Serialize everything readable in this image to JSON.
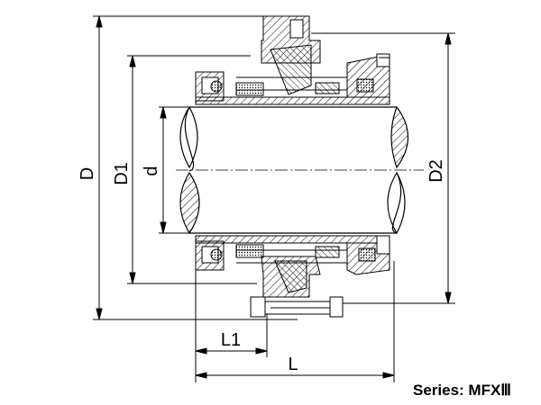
{
  "labels": {
    "D": "D",
    "D1": "D1",
    "d": "d",
    "D2": "D2",
    "L1": "L1",
    "L": "L"
  },
  "caption": "Series: MFXⅢ",
  "colors": {
    "line": "#000000",
    "background": "#ffffff"
  }
}
